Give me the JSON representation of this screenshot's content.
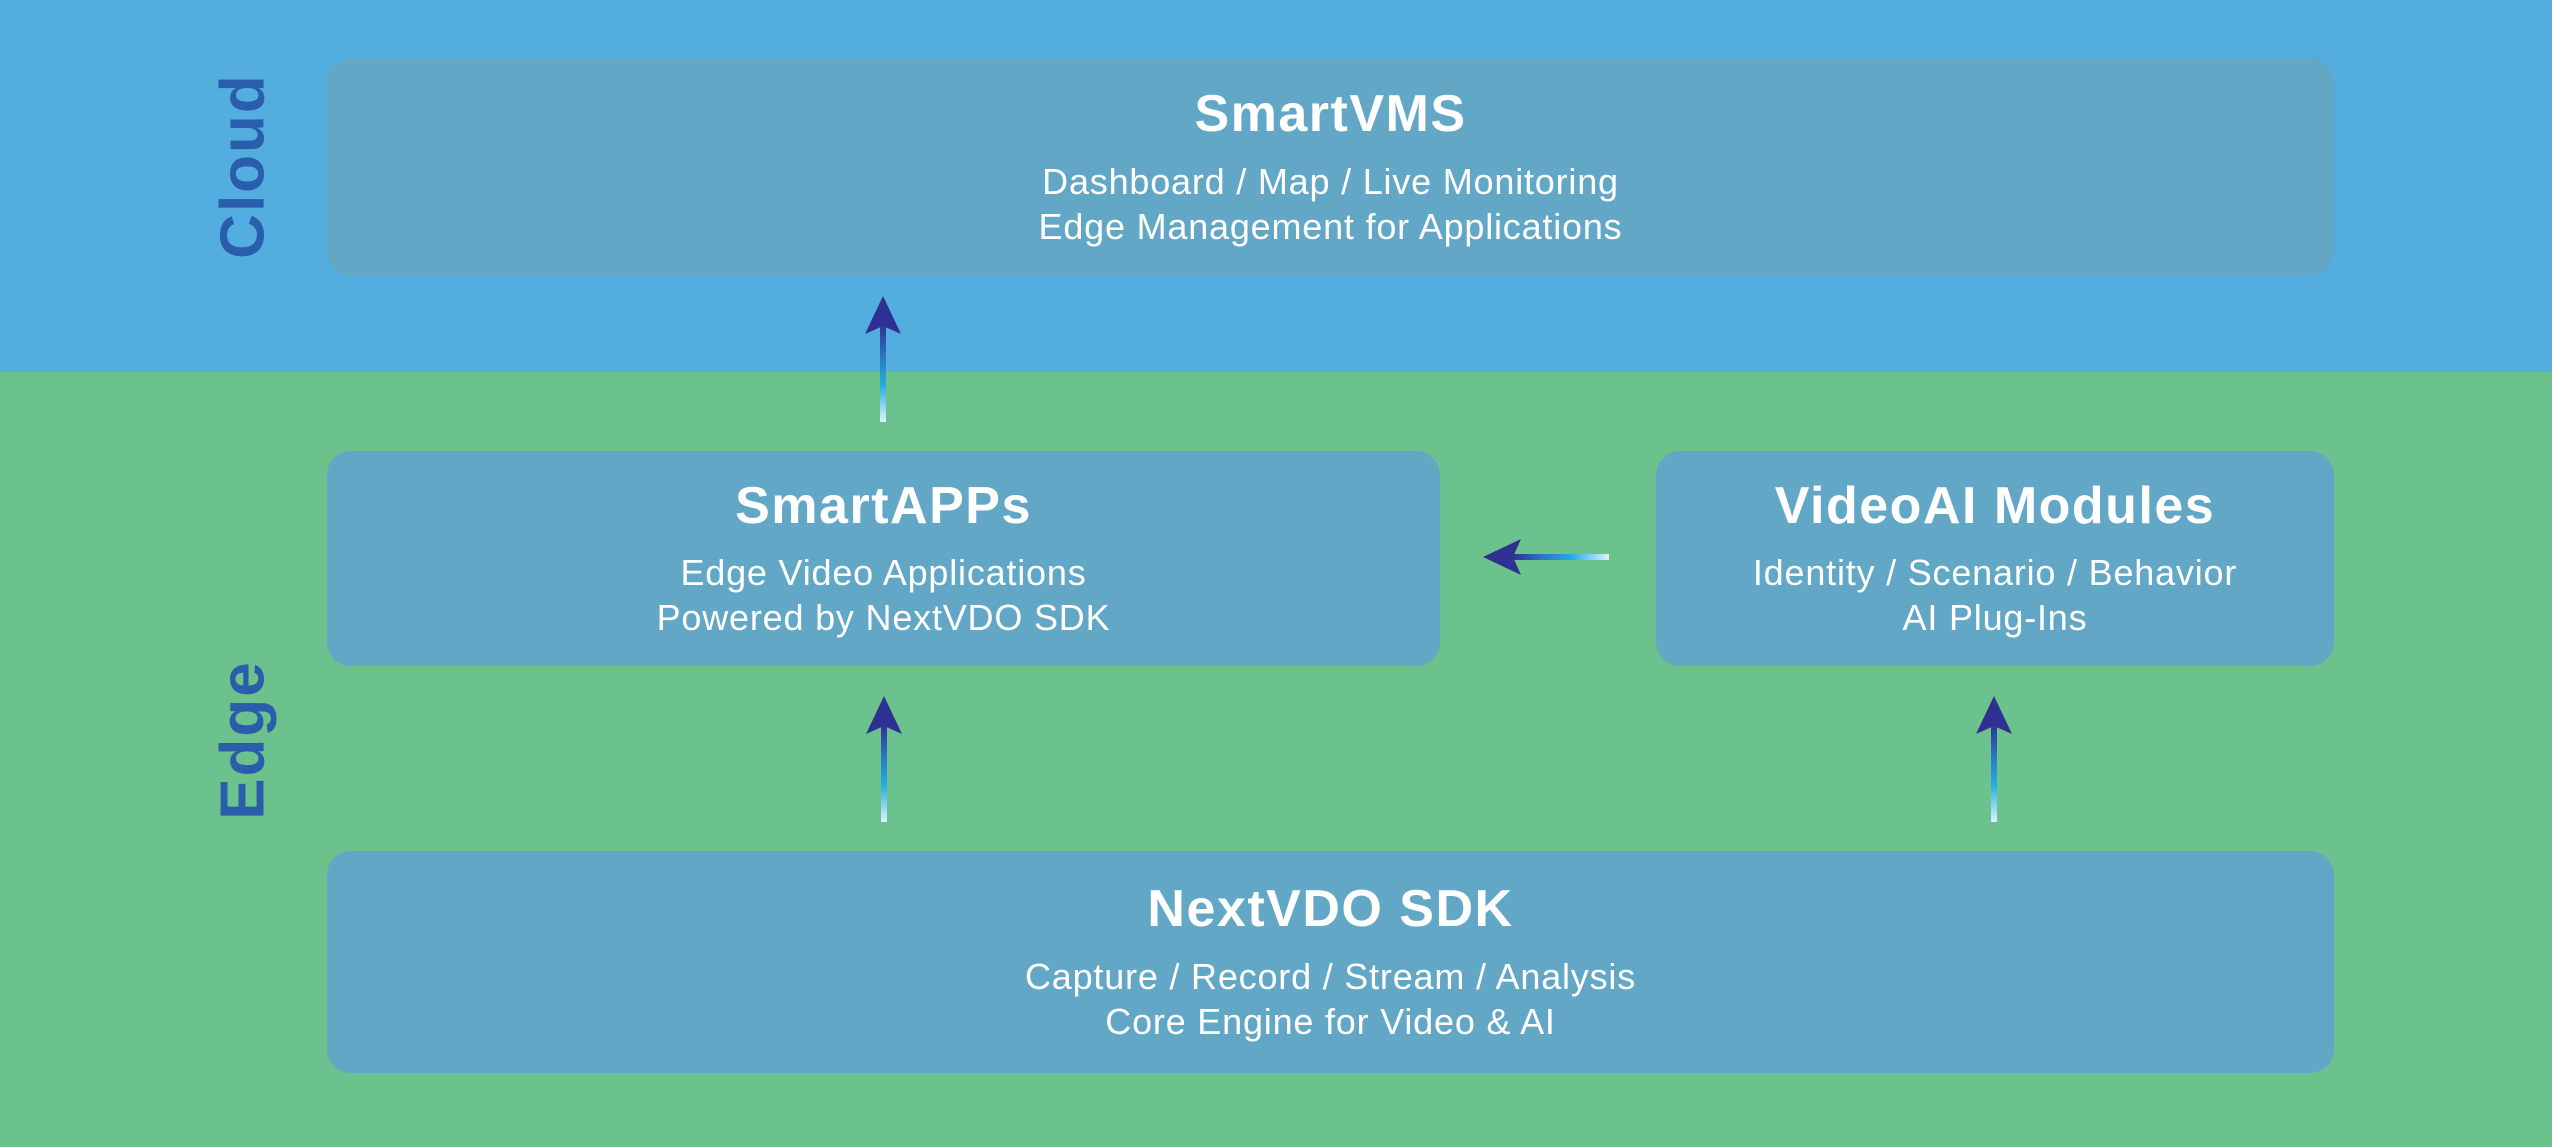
{
  "diagram": {
    "name": "NextVDO platform architecture",
    "bands": [
      {
        "id": "cloud",
        "label": "Cloud",
        "background": "#53aedf"
      },
      {
        "id": "edge",
        "label": "Edge",
        "background": "#6cc28d"
      }
    ],
    "boxes": [
      {
        "id": "smartvms",
        "band": "cloud",
        "title": "SmartVMS",
        "lines": [
          "Dashboard / Map / Live Monitoring",
          "Edge Management for Applications"
        ]
      },
      {
        "id": "smartapps",
        "band": "edge",
        "title": "SmartAPPs",
        "lines": [
          "Edge Video Applications",
          "Powered by NextVDO SDK"
        ]
      },
      {
        "id": "videoai",
        "band": "edge",
        "title": "VideoAI Modules",
        "lines": [
          "Identity / Scenario / Behavior",
          "AI Plug-Ins"
        ]
      },
      {
        "id": "nextvdo",
        "band": "edge",
        "title": "NextVDO SDK",
        "lines": [
          "Capture / Record / Stream / Analysis",
          "Core Engine for Video & AI"
        ]
      }
    ],
    "arrows": [
      {
        "from": "SmartAPPs",
        "to": "SmartVMS",
        "direction": "up"
      },
      {
        "from": "VideoAI Modules",
        "to": "SmartAPPs",
        "direction": "left"
      },
      {
        "from": "NextVDO SDK",
        "to": "SmartAPPs",
        "direction": "up"
      },
      {
        "from": "NextVDO SDK",
        "to": "VideoAI Modules",
        "direction": "up"
      }
    ],
    "colors": {
      "cloud_background": "#53aedf",
      "edge_background": "#6cc28d",
      "box_fill": "#63a7c6",
      "box_text": "#ffffff",
      "band_label_text": "#2a5dab",
      "arrow_head": "#2e3192",
      "arrow_mid": "#29abe2",
      "arrow_tail": "#ddf3fc"
    }
  }
}
